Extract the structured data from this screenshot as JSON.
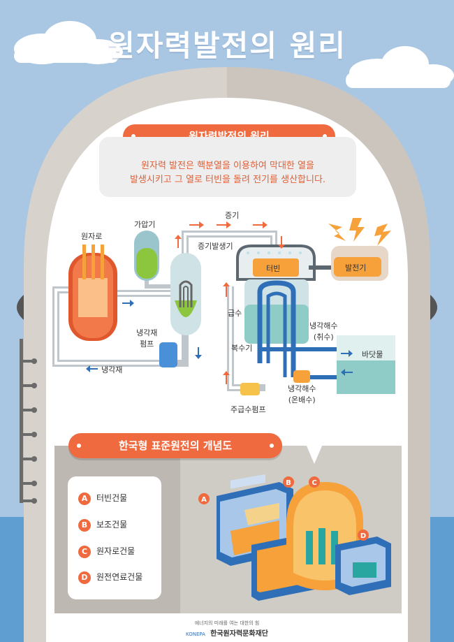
{
  "title": "원자력발전의 원리",
  "section1": {
    "heading": "원자력발전의 원리",
    "description_line1": "원자력 발전은 핵분열을 이용하여 막대한 열을",
    "description_line2": "발생시키고 그 열로 터빈을 돌려 전기를 생산합니다."
  },
  "diagram_labels": {
    "reactor": "원자로",
    "pressurizer": "가압기",
    "steam": "증기",
    "steam_generator": "증기발생기",
    "turbine": "터빈",
    "generator": "발전기",
    "feedwater": "급수",
    "condenser": "복수기",
    "coolant_pump_line1": "냉각재",
    "coolant_pump_line2": "펌프",
    "coolant": "냉각재",
    "cooling_in_line1": "냉각해수",
    "cooling_in_line2": "(취수)",
    "seawater": "바닷물",
    "cooling_out_line1": "냉각해수",
    "cooling_out_line2": "(온배수)",
    "feedwater_pump": "주급수펌프"
  },
  "section2": {
    "heading": "한국형 표준원전의 개념도",
    "legend": [
      {
        "letter": "A",
        "label": "터빈건물"
      },
      {
        "letter": "B",
        "label": "보조건물"
      },
      {
        "letter": "C",
        "label": "원자로건물"
      },
      {
        "letter": "D",
        "label": "원전연료건물"
      }
    ]
  },
  "footer": {
    "tagline": "에너지의 미래를 여는 대한의 힘",
    "org": "한국원자력문화재단",
    "logo_text": "KONEPA"
  },
  "colors": {
    "accent": "#f06a3f",
    "sky": "#a9c6e2",
    "sea": "#5f9ed1"
  }
}
